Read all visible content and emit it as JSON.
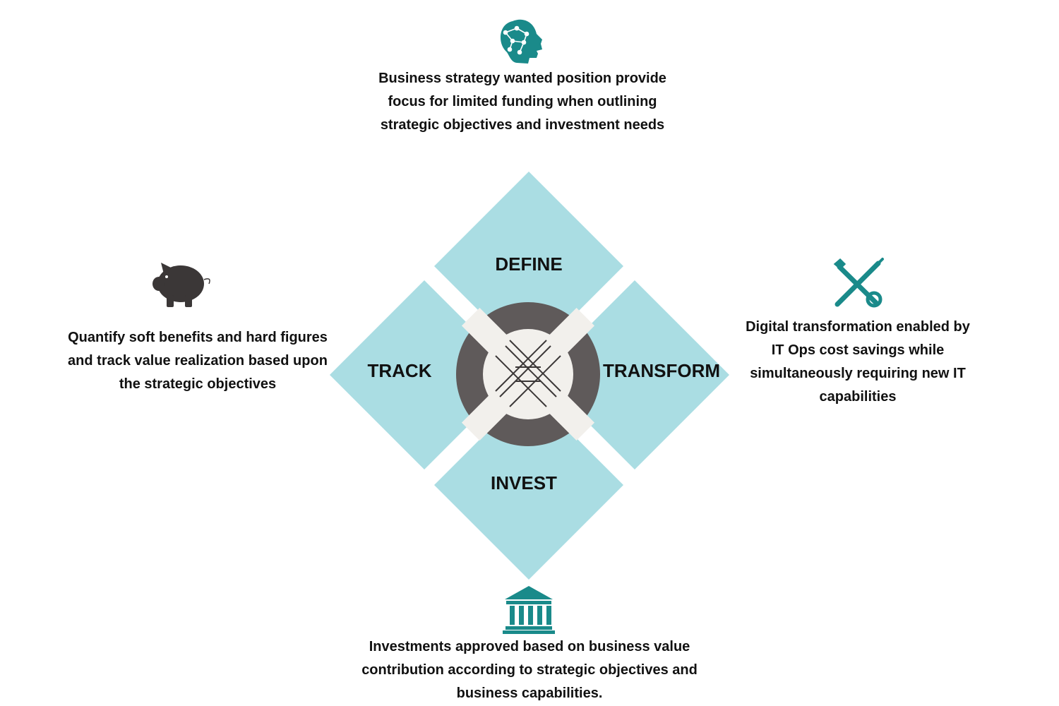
{
  "colors": {
    "diamond_fill": "#aadde3",
    "center_ring": "#5f5a5a",
    "center_inner": "#f2f0ec",
    "cross_band": "#f2f0ec",
    "teal_icon": "#1a8a8a",
    "dark_icon": "#3b3737"
  },
  "phases": {
    "define": "DEFINE",
    "track": "TRACK",
    "transform": "TRANSFORM",
    "invest": "INVEST"
  },
  "descriptions": {
    "top": "Business strategy wanted position provide focus for limited funding when outlining strategic objectives and investment needs",
    "left": "Quantify soft benefits and hard figures and track value realization based upon the strategic objectives",
    "right": "Digital transformation enabled by IT Ops cost savings while simultaneously requiring new IT capabilities",
    "bottom": "Investments approved based on business value contribution according to strategic objectives and business capabilities."
  },
  "icons": {
    "top": "ai-head-icon",
    "left": "piggy-bank-icon",
    "right": "tools-icon",
    "bottom": "bank-building-icon",
    "center": "crossed-arrows-icon"
  }
}
